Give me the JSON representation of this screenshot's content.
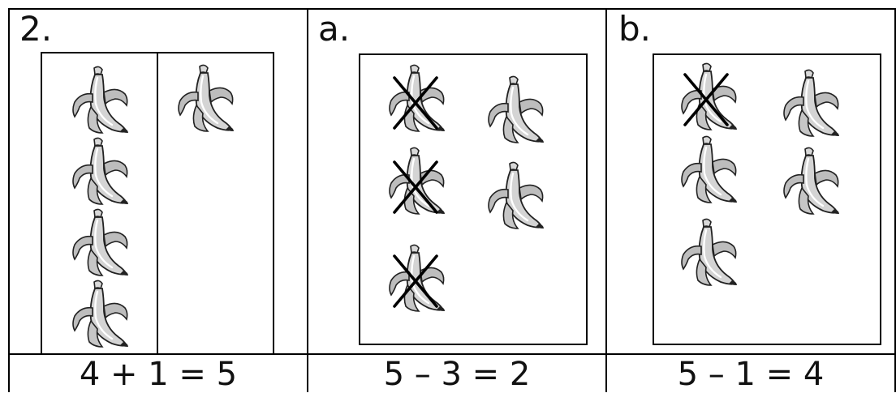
{
  "problems": [
    {
      "label": "2.",
      "equation": "4 + 1 = 5"
    },
    {
      "label": "a.",
      "equation": "5 – 3 = 2"
    },
    {
      "label": "b.",
      "equation": "5 – 1 = 4"
    }
  ],
  "icons": {
    "picture": "banana-icon",
    "cross": "cross-out-mark"
  }
}
